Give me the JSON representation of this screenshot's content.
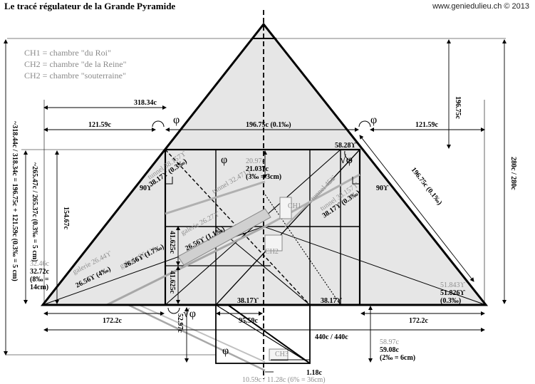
{
  "title": "Le tracé régulateur de la Grande Pyramide",
  "credit": "www.geniedulieu.ch © 2013",
  "legend": [
    "CH1 = chambre \"du Roi\"",
    "CH2 = chambre \"de la Reine\"",
    "CH2 = chambre \"souterraine\""
  ],
  "labels": {
    "w318": "318.34c",
    "w121l": "121.59c",
    "w196": "196.75c (0.1‰)",
    "w121r": "121.59c",
    "phi": "φ",
    "h196": "196.75c",
    "h280": "280c / 280c",
    "left_total": "~318.44c / 318.34c = 196.75c + 121.59c (0.3‰ = 5 cm)",
    "left_265": "~265.47c / 265.37c (0.3‰ = 5 cm)",
    "h154": "154.67c",
    "a58": "58.28ϒ",
    "d20": "20.97c",
    "d21": "21.037c",
    "d3": "(3‰ = 3cm)",
    "a90l": "90ϒ",
    "a90r": "90ϒ",
    "t38g": "tunnel 38.157ϒ",
    "t38b": "38.17ϒ (0.3‰)",
    "t32g": "tunnel 32.471ϒ",
    "t45g": "tunnel 45ϒ",
    "t38rg": "tunnel 38.157ϒ",
    "t38rb": "38.17ϒ (0.3‰)",
    "ch1": "CH1",
    "ch2": "CH2",
    "ch3": "CH3",
    "g2627": "galerie 26.27ϒ",
    "g2656a": "26.56ϒ (1.1‰)",
    "g2644": "galerie 26.44ϒ",
    "g2656b": "26.56ϒ (4‰)",
    "g261": "galerie 26.1ϒ",
    "g2656c": "26.56ϒ (1.7‰)",
    "h416a": "41.625c",
    "h416b": "41.625c",
    "s3246": "32.46c",
    "s3272": "32.72c",
    "s8": "(8‰ =",
    "s14": "14cm)",
    "a3817a": "38.17ϒ",
    "a3817b": "38.17ϒ",
    "b172l": "172.2c",
    "b9559": "95.59c",
    "b172r": "172.2c",
    "sphi": "√φ",
    "d196r": "196.75c (0.1‰)",
    "a51843": "51.843ϒ",
    "a51826": "51.826ϒ",
    "a03": "(0.3‰)",
    "b440": "440c / 440c",
    "h52": "52.97c",
    "s5897": "58.97c",
    "s5908": "59.08c",
    "s2": "(2‰ = 6cm)",
    "b118": "1.18c",
    "b1059": "10.59c / 11.28c (6% = 36cm)"
  }
}
